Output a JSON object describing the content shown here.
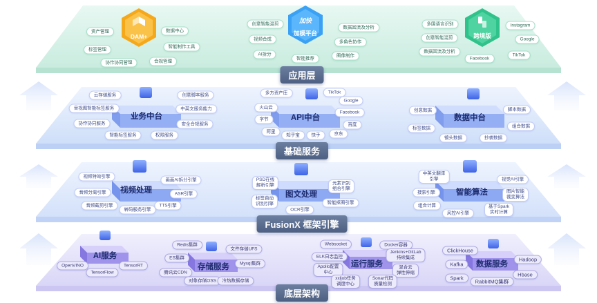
{
  "layers": {
    "application": "应用层",
    "foundation": "基础服务",
    "framework": "FusionX 框架引擎",
    "infrastructure": "底层架构"
  },
  "apps": {
    "dam": {
      "label": "DAM+",
      "items": [
        "资产管理",
        "数据中心",
        "标签管理",
        "智能制作工具",
        "协作协同管理",
        "合规管理"
      ]
    },
    "acceleration": {
      "label": "加模平台",
      "logo": "加快",
      "items": [
        "创意智能混剪",
        "数据回流及分析",
        "视频合成",
        "多角色协作",
        "AI拆分",
        "智能推荐",
        "图像制作"
      ]
    },
    "crossborder": {
      "label": "跨境版",
      "items": [
        "多国语言识别",
        "Instagram",
        "创意智能混剪",
        "Google",
        "数据回流及分析",
        "TikTok",
        "Facebook"
      ]
    }
  },
  "foundation": {
    "business": {
      "label": "业务中台",
      "items": [
        "云存储服务",
        "创意脚本服务",
        "音视图智能标签服务",
        "中英文服务能力",
        "协作协同服务",
        "安全合规服务",
        "智能标签服务",
        "权限服务"
      ]
    },
    "api": {
      "label": "API中台",
      "items": [
        "多方资产库",
        "TikTok",
        "Google",
        "火山云",
        "Facebook",
        "字节",
        "百度",
        "阿里",
        "知乎宝",
        "快手",
        "京东"
      ]
    },
    "data": {
      "label": "数据中台",
      "items": [
        "创意数据",
        "脚本数据",
        "标签数据",
        "组合数据",
        "镜头数据",
        "抄袭数据"
      ]
    }
  },
  "framework": {
    "video": {
      "label": "视频处理",
      "items": [
        "视频特效引擎",
        "画面AI拆分引擎",
        "音频分离引擎",
        "ASR引擎",
        "音频截剪引擎",
        "TTS引擎",
        "转码服务引擎"
      ]
    },
    "image": {
      "label": "图文处理",
      "items": [
        "PSD在线\n解析引擎",
        "元素识别\n组合引擎",
        "标签自动\n识别引擎",
        "智能抠图引擎",
        "OCR引擎"
      ]
    },
    "algo": {
      "label": "智能算法",
      "items": [
        "中英文翻译\n引擎",
        "视觉AI引擎",
        "搜索引擎",
        "图片智能\n裁变算法",
        "组合计算",
        "基于Spark\n实时计算",
        "风控AI引擎"
      ]
    }
  },
  "infra": {
    "ai": {
      "label": "AI服务",
      "items": [
        "OpenVINO",
        "TensorRT",
        "TensorFlow"
      ]
    },
    "storage": {
      "label": "存储服务",
      "items": [
        "Redis集群",
        "文件存储UFS",
        "ES集群",
        "Mysql集群",
        "腾讯云CDN",
        "对象存储OSS",
        "冷热数据存储"
      ]
    },
    "ops": {
      "label": "运行服务",
      "items": [
        "Websocket",
        "Docker容器",
        "ELK日志监控",
        "Jenkins+GitLab\n持续集成",
        "Apollo配置\n中心",
        "混合云\n弹性伸缩",
        "xxljob任务\n调度中心",
        "Sonar代码\n质量检测"
      ]
    },
    "dataservice": {
      "label": "数据服务",
      "items": [
        "ClickHouse",
        "Hadoop",
        "Kafka",
        "Spark",
        "Hbase",
        "RabbitMQ集群"
      ]
    }
  },
  "colors": {
    "app_layer": "#d9f3ea",
    "foundation_layer": "#d9e6fb",
    "framework_layer": "#dce7fb",
    "infra_layer": "#e3e0fa",
    "dam_orange": "#f6a81b",
    "accel_blue": "#3aa1f5",
    "cross_green": "#2fc28a"
  }
}
